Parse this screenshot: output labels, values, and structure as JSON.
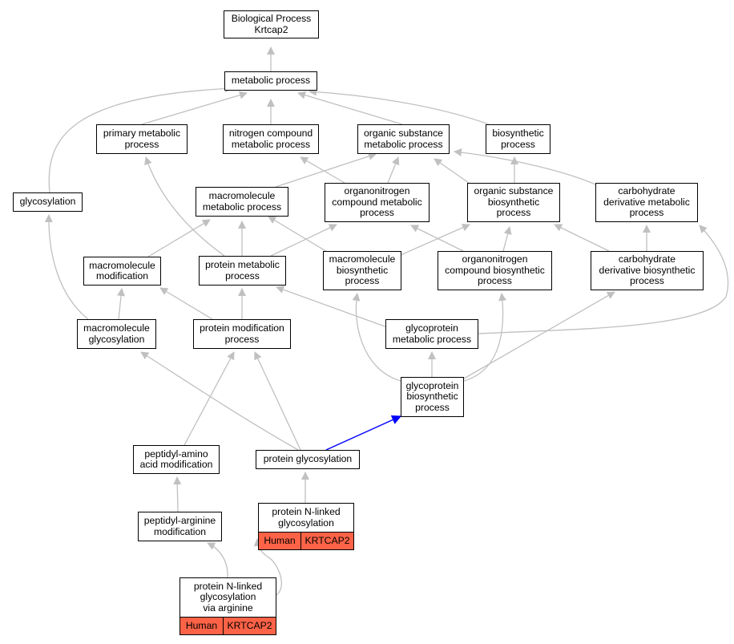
{
  "diagram": {
    "type": "go-hierarchy",
    "nodes": {
      "root": "Biological Process\nKrtcap2",
      "metabolic": "metabolic process",
      "primary": "primary metabolic\nprocess",
      "nitrogen": "nitrogen compound\nmetabolic process",
      "organic_sub": "organic substance\nmetabolic process",
      "biosynthetic": "biosynthetic\nprocess",
      "glycosylation": "glycosylation",
      "macromol_met": "macromolecule\nmetabolic process",
      "organonitrogen_met": "organonitrogen\ncompound metabolic\nprocess",
      "organic_sub_bio": "organic substance\nbiosynthetic\nprocess",
      "carb_met": "carbohydrate\nderivative metabolic\nprocess",
      "macromol_mod": "macromolecule\nmodification",
      "protein_met": "protein metabolic\nprocess",
      "macromol_bio": "macromolecule\nbiosynthetic\nprocess",
      "organonitrogen_bio": "organonitrogen\ncompound biosynthetic\nprocess",
      "carb_bio": "carbohydrate\nderivative biosynthetic\nprocess",
      "macromol_glyc": "macromolecule\nglycosylation",
      "protein_mod": "protein modification\nprocess",
      "glycoprotein_met": "glycoprotein\nmetabolic process",
      "glycoprotein_bio": "glycoprotein\nbiosynthetic\nprocess",
      "peptidyl_amino": "peptidyl-amino\nacid modification",
      "protein_glyc": "protein glycosylation",
      "peptidyl_arg": "peptidyl-arginine\nmodification",
      "nlinked": "protein N-linked\nglycosylation",
      "nlinked_arg": "protein N-linked\nglycosylation\nvia arginine"
    },
    "annotations": {
      "nlinked": {
        "species": "Human",
        "gene": "KRTCAP2"
      },
      "nlinked_arg": {
        "species": "Human",
        "gene": "KRTCAP2"
      }
    },
    "colors": {
      "edge": "#c0c0c0",
      "highlight_edge": "#0000ff",
      "annotation_fill": "#ff6347",
      "node_border": "#000000"
    }
  }
}
